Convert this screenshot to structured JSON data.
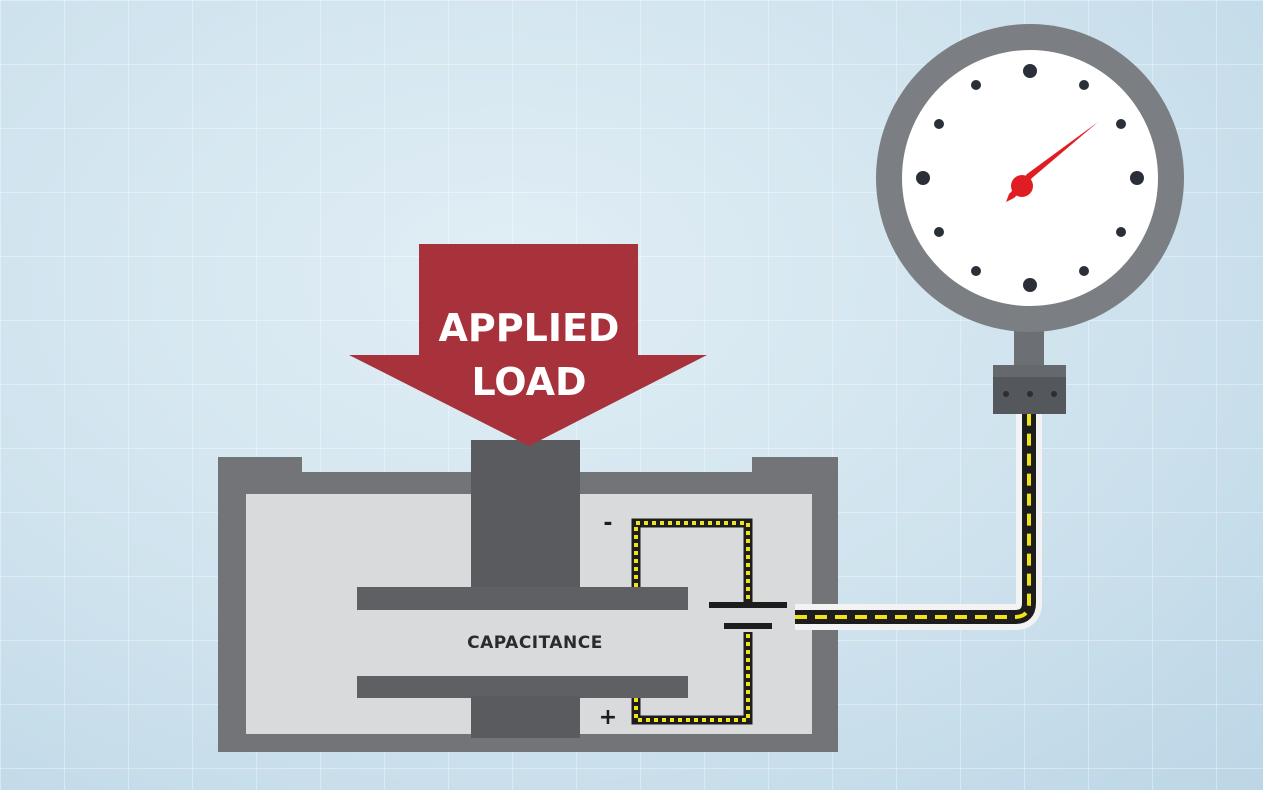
{
  "diagram": {
    "arrow_label_line1": "APPLIED",
    "arrow_label_line2": "LOAD",
    "plate_gap_label": "CAPACITANCE",
    "negative_terminal": "-",
    "positive_terminal": "+"
  },
  "colors": {
    "arrow": "#a8323c",
    "housing_outer": "#727478",
    "housing_inner": "#d9dadc",
    "piston": "#5a5b5f",
    "plate": "#5f6064",
    "gauge_bezel": "#7b7e82",
    "gauge_face": "#ffffff",
    "gauge_needle": "#e11d24",
    "wire_core": "#1d1d1d",
    "wire_dash": "#f2e21a"
  },
  "icons": {
    "gauge": "pressure-gauge-icon",
    "battery": "battery-icon"
  }
}
